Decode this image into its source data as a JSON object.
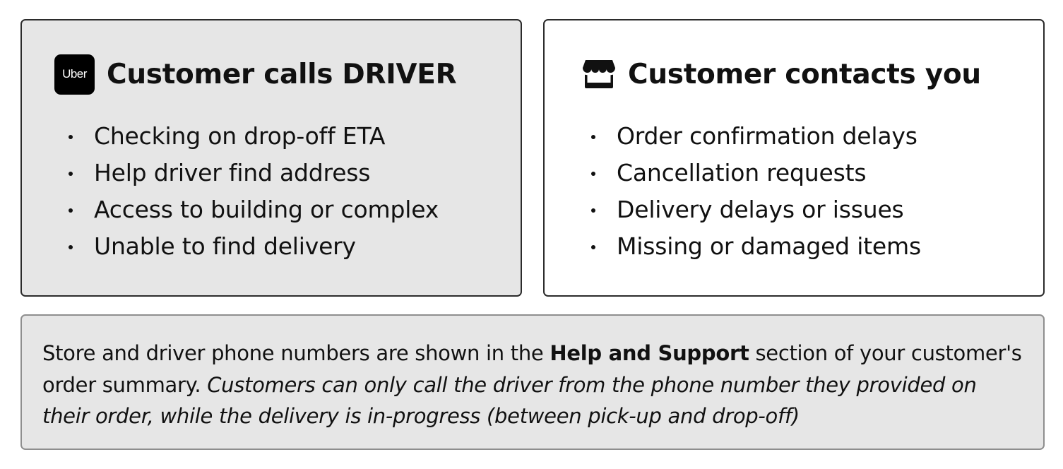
{
  "cards": {
    "driver": {
      "icon": "uber-logo",
      "logo_text": "Uber",
      "title": "Customer calls DRIVER",
      "items": [
        "Checking on drop-off ETA",
        "Help driver find address",
        "Access to building or complex",
        "Unable to find delivery"
      ]
    },
    "you": {
      "icon": "store-icon",
      "title": "Customer contacts you",
      "items": [
        "Order confirmation delays",
        "Cancellation requests",
        "Delivery delays or issues",
        "Missing or damaged items"
      ]
    }
  },
  "note": {
    "text_before": "Store and driver phone numbers are shown in the ",
    "bold": "Help and Support",
    "text_after": " section of your customer's order summary. ",
    "italic": "Customers can only call the driver from the phone number they provided on their order, while the delivery is in-progress (between pick-up and drop-off)"
  },
  "colors": {
    "card_gray": "#e6e6e6",
    "border_dark": "#2b2b2b",
    "border_light": "#8e8e8e",
    "text": "#111111"
  }
}
